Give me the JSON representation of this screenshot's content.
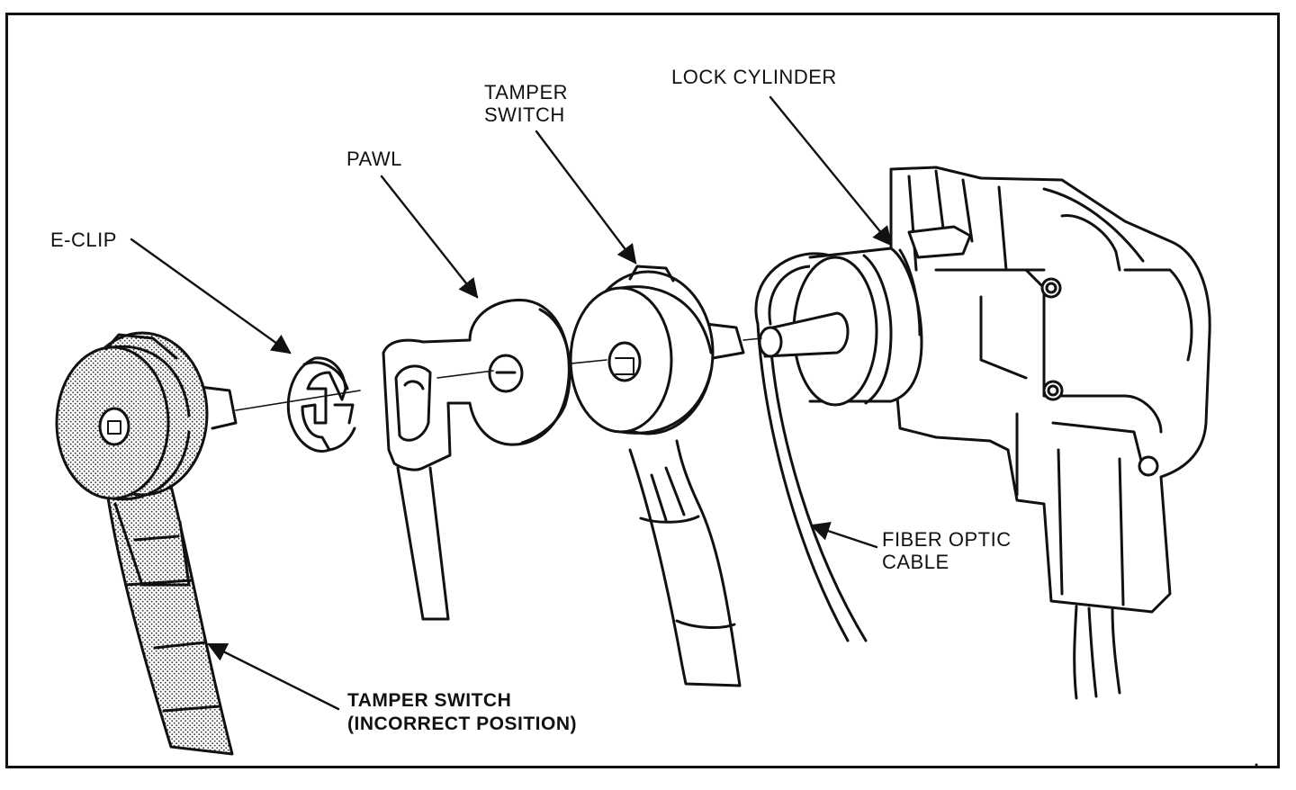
{
  "labels": {
    "lock_cylinder": "LOCK CYLINDER",
    "tamper_switch_line1": "TAMPER",
    "tamper_switch_line2": "SWITCH",
    "pawl": "PAWL",
    "e_clip": "E-CLIP",
    "fiber_optic_line1": "FIBER OPTIC",
    "fiber_optic_line2": "CABLE",
    "incorrect_line1": "TAMPER SWITCH",
    "incorrect_line2": "(INCORRECT POSITION)"
  }
}
